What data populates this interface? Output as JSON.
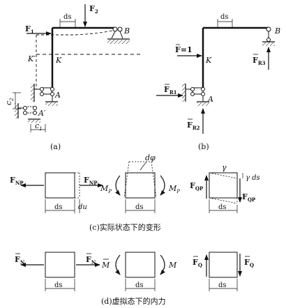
{
  "panel_a": {
    "caption": "(a)",
    "f1": "F",
    "f1_sub": "1",
    "f2": "F",
    "f2_sub": "2",
    "ds": "ds",
    "b": "B",
    "k": "K",
    "k_prime": "K′",
    "a": "A",
    "a_prime": "A′",
    "c1": "c",
    "c1_sub": "1",
    "c2": "c",
    "c2_sub": "2"
  },
  "panel_b": {
    "caption": "(b)",
    "ds": "ds",
    "unit_force": "F=1",
    "k": "K",
    "b": "B",
    "a": "A",
    "fr1": "F",
    "fr1_sub": "R1",
    "fr2": "F",
    "fr2_sub": "R2",
    "fr3": "F",
    "fr3_sub": "R3"
  },
  "row_c": {
    "caption": "(c)实际状态下的变形",
    "fnp_left": "F",
    "fnp_left_sub": "NP",
    "fnp_right": "F",
    "fnp_right_sub": "NP",
    "ds": "ds",
    "du": "du",
    "dphi": "dφ",
    "mp_left": "M",
    "mp_left_sub": "P",
    "mp_right": "M",
    "mp_right_sub": "P",
    "ds2": "ds",
    "fqp_left": "F",
    "fqp_left_sub": "QP",
    "fqp_right": "F",
    "fqp_right_sub": "QP",
    "gamma": "γ",
    "gamma_ds": "γ ds",
    "ds3": "ds"
  },
  "row_d": {
    "caption": "(d)虚拟态下的内力",
    "fn_left": "F",
    "fn_left_sub": "N",
    "fn_right": "F",
    "fn_right_sub": "N",
    "ds": "ds",
    "m_left": "M",
    "m_right": "M",
    "ds2": "ds",
    "fq_left": "F",
    "fq_left_sub": "Q",
    "fq_right": "F",
    "fq_right_sub": "Q",
    "ds3": "ds"
  }
}
